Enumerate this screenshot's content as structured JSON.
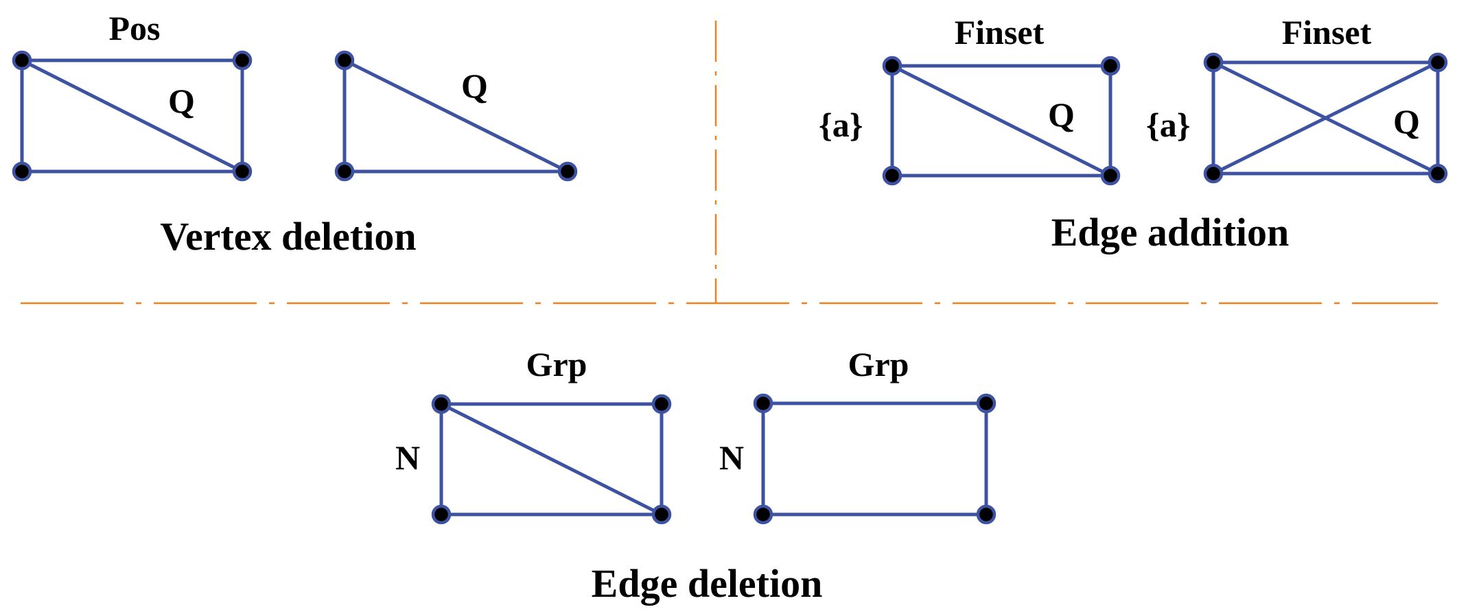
{
  "palette": {
    "edge": "#3d52a1",
    "vertex_fill": "#000000",
    "vertex_ring": "#3d52a1",
    "separator": "#f08020",
    "text": "#000000"
  },
  "panels": {
    "vertex_deletion": {
      "caption": "Vertex deletion",
      "graph_a": {
        "top_label": "Pos",
        "inner_label": "Q"
      },
      "graph_b": {
        "inner_label": "Q"
      }
    },
    "edge_addition": {
      "caption": "Edge addition",
      "graph_a": {
        "top_label": "Finset",
        "side_label": "{a}",
        "inner_label": "Q"
      },
      "graph_b": {
        "top_label": "Finset",
        "side_label": "{a}",
        "inner_label": "Q"
      }
    },
    "edge_deletion": {
      "caption": "Edge deletion",
      "graph_a": {
        "top_label": "Grp",
        "side_label": "N"
      },
      "graph_b": {
        "top_label": "Grp",
        "side_label": "N"
      }
    }
  }
}
